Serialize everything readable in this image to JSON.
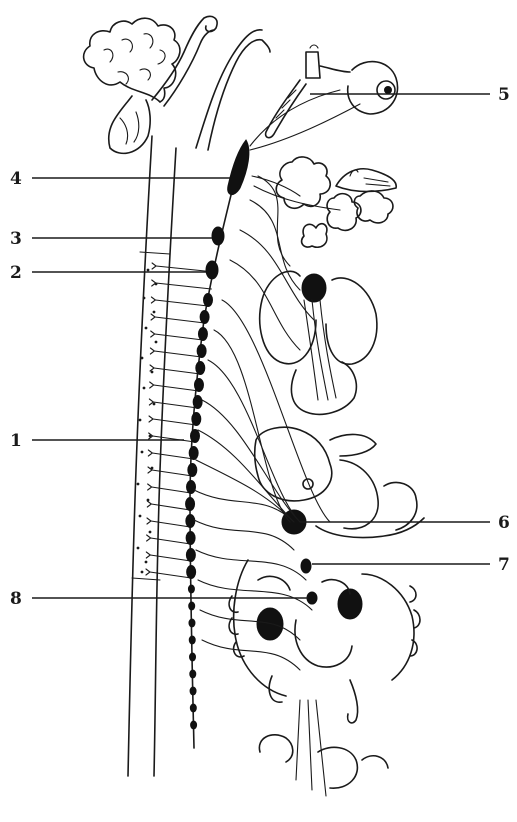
{
  "figure": {
    "labels": [
      "1",
      "2",
      "3",
      "4",
      "5",
      "6",
      "7",
      "8"
    ]
  },
  "colors": {
    "ink": "#1a1a1a",
    "background": "#ffffff"
  }
}
